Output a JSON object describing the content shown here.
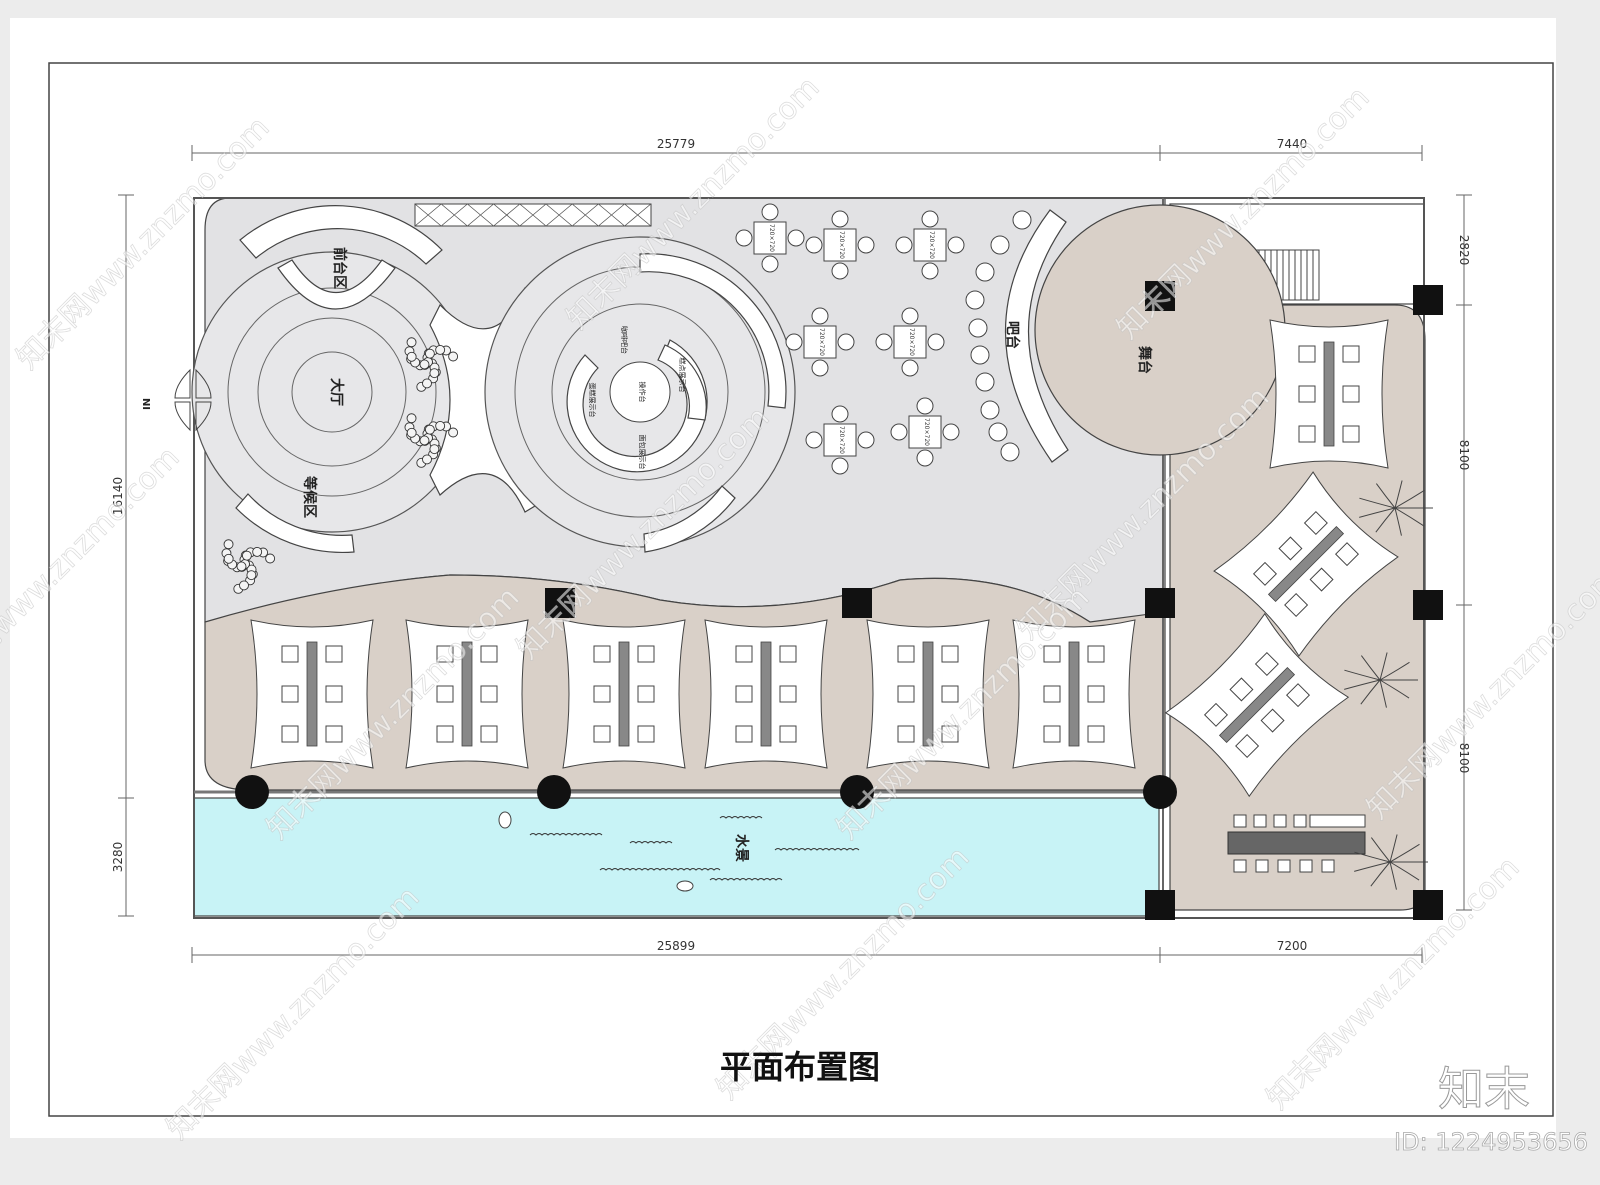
{
  "title": "平面布置图",
  "brand": "知末",
  "image_id": "ID: 1224953656",
  "watermark": "知末网www.znzmo.com",
  "dimensions": {
    "top_left": "25779",
    "top_right": "7440",
    "bottom_left": "25899",
    "bottom_right": "7200",
    "left_upper": "16140",
    "left_lower": "3280",
    "right_top": "2820",
    "right_mid": "8100",
    "right_low": "8100"
  },
  "rooms": {
    "lobby": "大厅",
    "front_desk": "前台区",
    "waiting": "等候区",
    "bar": "吧台",
    "stage": "舞台",
    "water": "水景",
    "entrance": "IN",
    "booth_center": "操作台",
    "booth_ring_1": "面包展示台",
    "booth_ring_2": "糕点展示台",
    "booth_ring_3": "咖啡吧台",
    "booth_ring_4": "蛋糕展示台"
  },
  "table_label": "720×720",
  "colors": {
    "floor_grey": "#e2e2e4",
    "floor_wood": "#d9d0c8",
    "water": "#c8f3f6",
    "column": "#111111"
  }
}
